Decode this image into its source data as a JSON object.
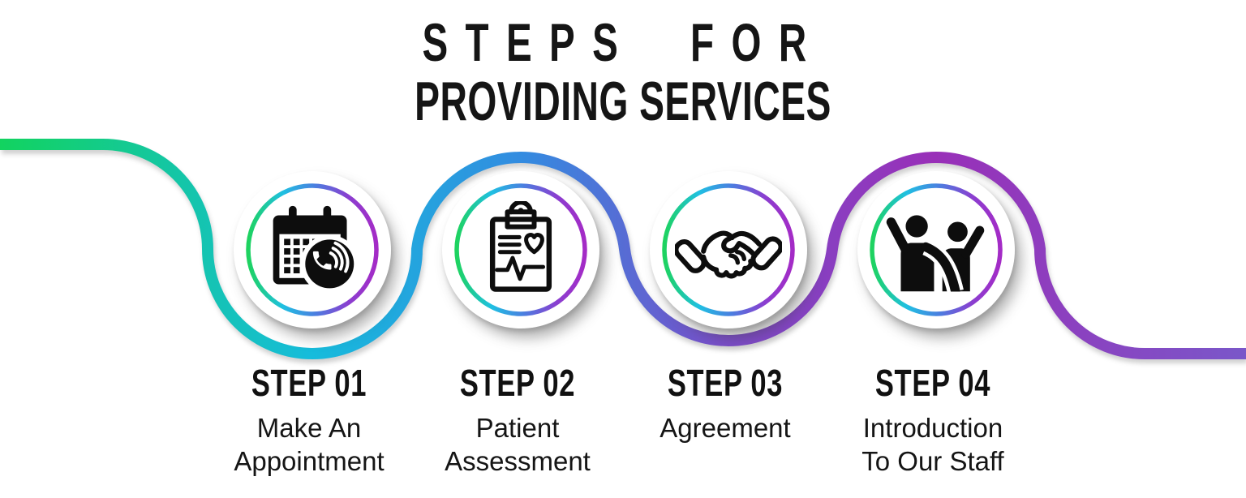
{
  "title": {
    "line1": "STEPS FOR",
    "line2": "PROVIDING SERVICES"
  },
  "steps": [
    {
      "label": "STEP 01",
      "description": "Make An Appointment",
      "description_lines": [
        "Make An",
        "Appointment"
      ],
      "icon": "calendar-phone-icon"
    },
    {
      "label": "STEP 02",
      "description": "Patient Assessment",
      "description_lines": [
        "Patient",
        "Assessment"
      ],
      "icon": "clipboard-heart-icon"
    },
    {
      "label": "STEP 03",
      "description": "Agreement",
      "description_lines": [
        "Agreement"
      ],
      "icon": "handshake-icon"
    },
    {
      "label": "STEP 04",
      "description": "Introduction To Our Staff",
      "description_lines": [
        "Introduction",
        "To Our Staff"
      ],
      "icon": "people-waving-icon"
    }
  ],
  "colors": {
    "background": "#ffffff",
    "text": "#151515",
    "icon": "#0d0d0d",
    "line_gradient": [
      "#12d35f",
      "#16bcdc",
      "#338be0",
      "#7a4ec9",
      "#992fb8",
      "#7a57c9"
    ],
    "ring_gradient": [
      "#1ed35f",
      "#1fc0e2",
      "#4a7fe0",
      "#8a3fd0",
      "#a42bc6"
    ]
  }
}
